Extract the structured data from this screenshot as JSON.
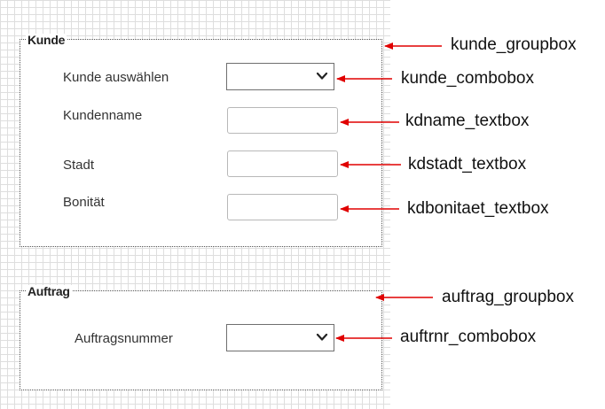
{
  "kunde_group": {
    "title": "Kunde",
    "fields": {
      "kunde_auswaehlen": {
        "label": "Kunde auswählen",
        "value": ""
      },
      "kundenname": {
        "label": "Kundenname",
        "value": ""
      },
      "stadt": {
        "label": "Stadt",
        "value": ""
      },
      "bonitaet": {
        "label": "Bonität",
        "value": ""
      }
    }
  },
  "auftrag_group": {
    "title": "Auftrag",
    "fields": {
      "auftragsnummer": {
        "label": "Auftragsnummer",
        "value": ""
      }
    }
  },
  "annotations": {
    "kunde_groupbox": "kunde_groupbox",
    "kunde_combobox": "kunde_combobox",
    "kdname_textbox": "kdname_textbox",
    "kdstadt_textbox": "kdstadt_textbox",
    "kdbonitaet_textbox": "kdbonitaet_textbox",
    "auftrag_groupbox": "auftrag_groupbox",
    "auftrnr_combobox": "auftrnr_combobox"
  },
  "colors": {
    "arrow": "#e00000",
    "grid": "#dedede",
    "groupbox_border": "#555555"
  },
  "icons": {
    "dropdown": "chevron-down-icon"
  }
}
